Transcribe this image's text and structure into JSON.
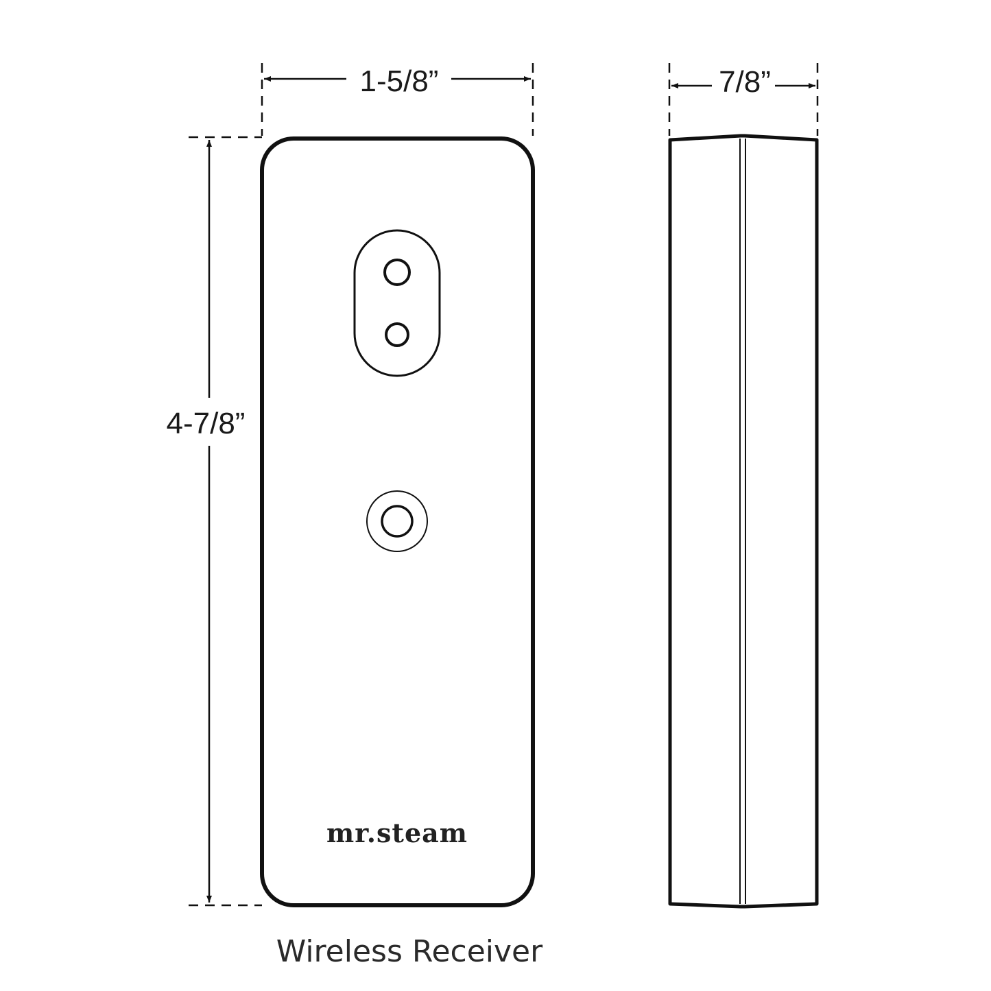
{
  "dimensions": {
    "width": "1-5/8”",
    "height": "4-7/8”",
    "depth": "7/8”"
  },
  "front_view": {
    "brand_logo": "mr.steam"
  },
  "caption": "Wireless Receiver"
}
